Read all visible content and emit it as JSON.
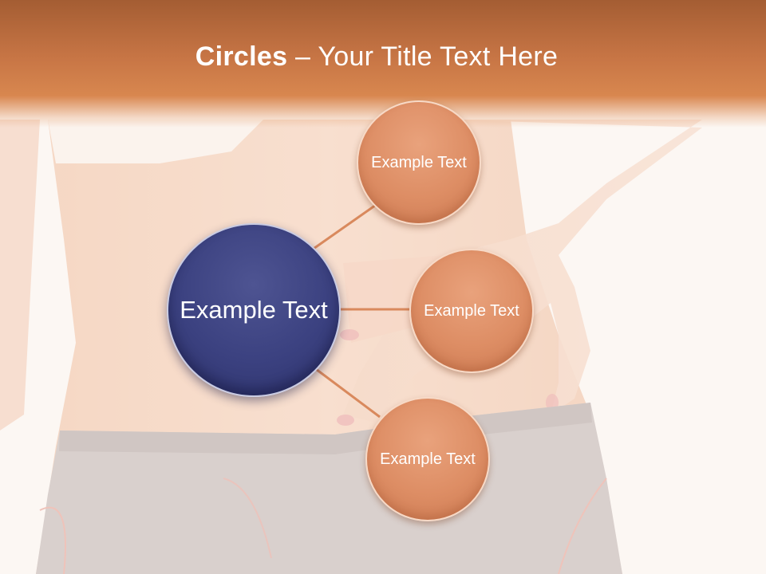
{
  "slide": {
    "title_bold": "Circles",
    "title_rest": " – Your Title Text Here"
  },
  "center": {
    "label": "Example Text"
  },
  "nodes": [
    {
      "label": "Example Text"
    },
    {
      "label": "Example Text"
    },
    {
      "label": "Example Text"
    }
  ],
  "colors": {
    "header_band": "#c77545",
    "center_circle": "#3b4180",
    "node_circle": "#dd8d64",
    "connector": "#d9895d"
  }
}
